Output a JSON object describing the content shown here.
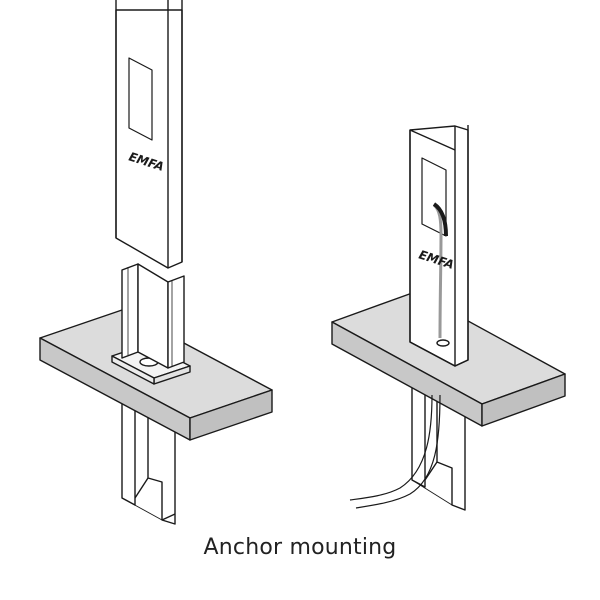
{
  "caption": "Anchor mounting",
  "left_post": {
    "brand": "EMFA"
  },
  "right_post": {
    "brand": "EMFA"
  },
  "colors": {
    "line": "#1a1a1a",
    "slab_top": "#dcdcdc",
    "slab_side": "#c4c4c4",
    "cable": "#888888"
  }
}
